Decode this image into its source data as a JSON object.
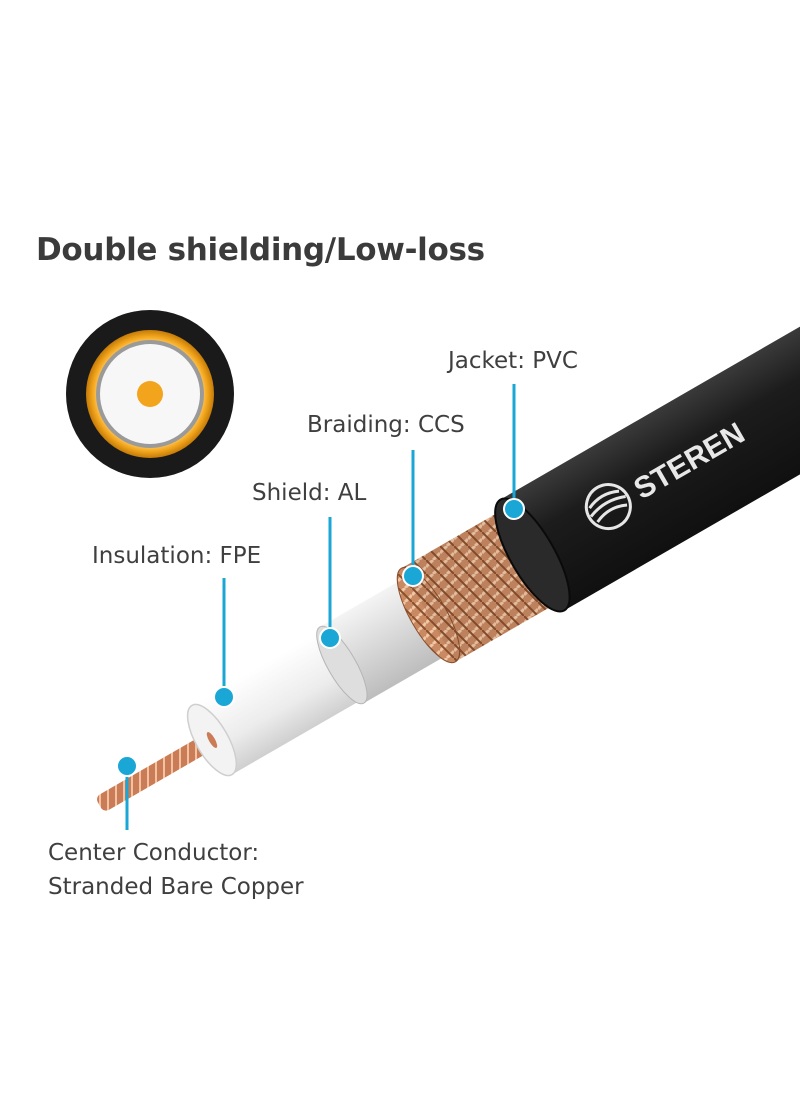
{
  "title": "Double shielding/Low-loss",
  "brand": "STEREN",
  "labels": {
    "jacket": "Jacket: PVC",
    "braiding": "Braiding: CCS",
    "shield": "Shield: AL",
    "insulation": "Insulation: FPE",
    "center_line1": "Center Conductor:",
    "center_line2": "Stranded Bare Copper"
  },
  "colors": {
    "callout": "#1aa7d6",
    "jacket": "#1b1b1b",
    "copper": "#c9865d",
    "insulation": "#eeeeee",
    "foil": "#d8d8d8",
    "core_gold": "#f2a51c"
  }
}
